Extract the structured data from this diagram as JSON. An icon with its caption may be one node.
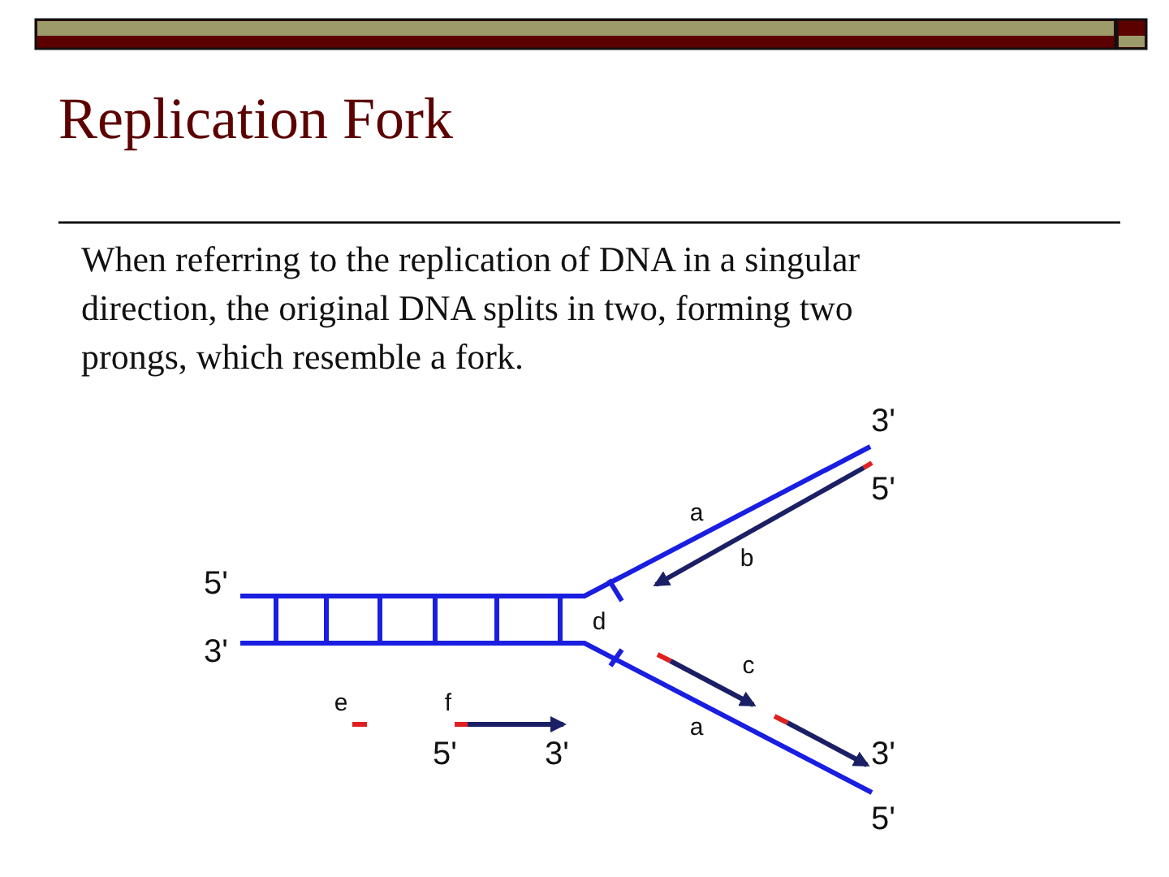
{
  "diagram": {
    "title": "Replication Fork",
    "labels": [
      "When referring to the replication of DNA in a singular direction, the original DNA splits in two, forming two prongs, which resemble a fork.",
      "3'",
      "5'",
      "a",
      "b",
      "5'",
      "d",
      "3'",
      "c",
      "e",
      "f",
      "a",
      "5'",
      "3'",
      "3'",
      "5'"
    ]
  }
}
